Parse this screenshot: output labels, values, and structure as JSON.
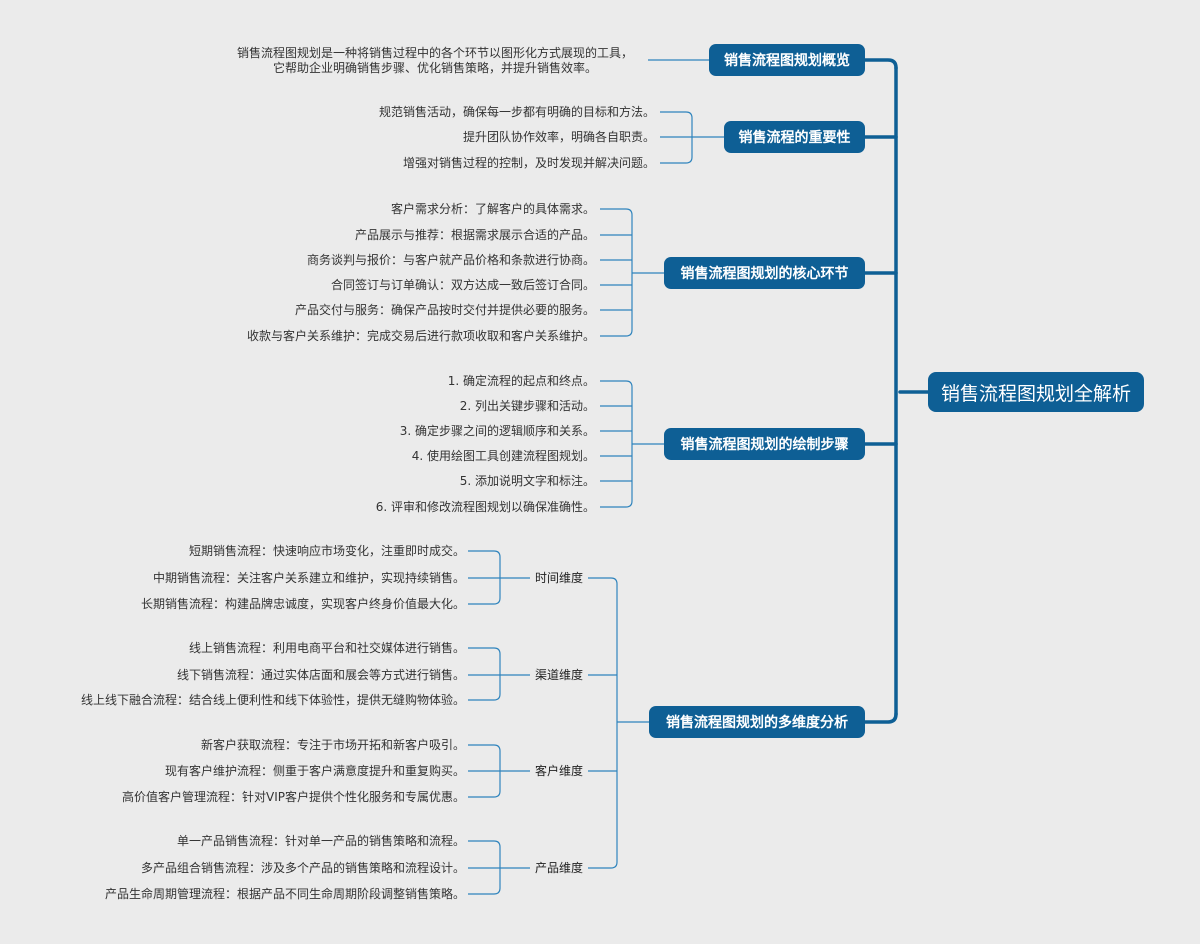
{
  "root": {
    "title": "销售流程图规划全解析"
  },
  "colors": {
    "node": "#0e5f95",
    "line": "#0e5f95",
    "thinline": "#2f84bd",
    "bg": "#ebebeb"
  },
  "branches": [
    {
      "title": "销售流程图规划概览",
      "leaves": [
        "销售流程图规划是一种将销售过程中的各个环节以图形化方式展现的工具，",
        "它帮助企业明确销售步骤、优化销售策略，并提升销售效率。"
      ]
    },
    {
      "title": "销售流程的重要性",
      "leaves": [
        "规范销售活动，确保每一步都有明确的目标和方法。",
        "提升团队协作效率，明确各自职责。",
        "增强对销售过程的控制，及时发现并解决问题。"
      ]
    },
    {
      "title": "销售流程图规划的核心环节",
      "leaves": [
        "客户需求分析：了解客户的具体需求。",
        "产品展示与推荐：根据需求展示合适的产品。",
        "商务谈判与报价：与客户就产品价格和条款进行协商。",
        "合同签订与订单确认：双方达成一致后签订合同。",
        "产品交付与服务：确保产品按时交付并提供必要的服务。",
        "收款与客户关系维护：完成交易后进行款项收取和客户关系维护。"
      ]
    },
    {
      "title": "销售流程图规划的绘制步骤",
      "leaves": [
        "1. 确定流程的起点和终点。",
        "2. 列出关键步骤和活动。",
        "3. 确定步骤之间的逻辑顺序和关系。",
        "4. 使用绘图工具创建流程图规划。",
        "5. 添加说明文字和标注。",
        "6. 评审和修改流程图规划以确保准确性。"
      ]
    },
    {
      "title": "销售流程图规划的多维度分析",
      "groups": [
        {
          "label": "时间维度",
          "leaves": [
            "短期销售流程：快速响应市场变化，注重即时成交。",
            "中期销售流程：关注客户关系建立和维护，实现持续销售。",
            "长期销售流程：构建品牌忠诚度，实现客户终身价值最大化。"
          ]
        },
        {
          "label": "渠道维度",
          "leaves": [
            "线上销售流程：利用电商平台和社交媒体进行销售。",
            "线下销售流程：通过实体店面和展会等方式进行销售。",
            "线上线下融合流程：结合线上便利性和线下体验性，提供无缝购物体验。"
          ]
        },
        {
          "label": "客户维度",
          "leaves": [
            "新客户获取流程：专注于市场开拓和新客户吸引。",
            "现有客户维护流程：侧重于客户满意度提升和重复购买。",
            "高价值客户管理流程：针对VIP客户提供个性化服务和专属优惠。"
          ]
        },
        {
          "label": "产品维度",
          "leaves": [
            "单一产品销售流程：针对单一产品的销售策略和流程。",
            "多产品组合销售流程：涉及多个产品的销售策略和流程设计。",
            "产品生命周期管理流程：根据产品不同生命周期阶段调整销售策略。"
          ]
        }
      ]
    }
  ]
}
